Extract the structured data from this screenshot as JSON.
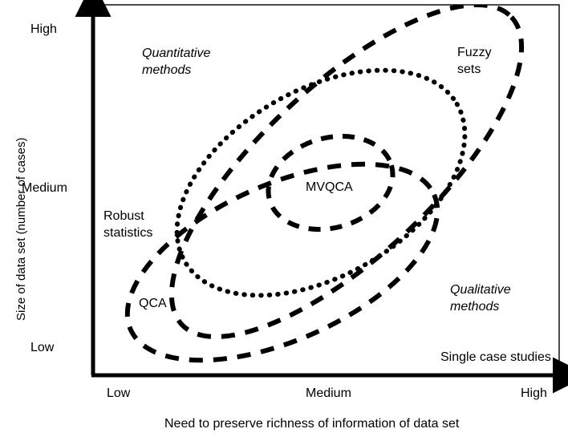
{
  "figure": {
    "type": "scatter-concept-diagram",
    "background_color": "#ffffff",
    "line_color": "#000000"
  },
  "axes": {
    "x": {
      "title": "Need to preserve richness of information of data set",
      "ticks": [
        "Low",
        "Medium",
        "High"
      ],
      "arrow": true
    },
    "y": {
      "title": "Size of data set (number of cases)",
      "ticks": [
        "High",
        "Medium",
        "Low"
      ],
      "arrow": true
    }
  },
  "region_labels": {
    "quantitative": "Quantitative\nmethods",
    "quantitative_line1": "Quantitative",
    "quantitative_line2": "methods",
    "qualitative_line1": "Qualitative",
    "qualitative_line2": "methods",
    "fuzzy_line1": "Fuzzy",
    "fuzzy_line2": "sets",
    "robust_line1": "Robust",
    "robust_line2": "statistics",
    "mvqca": "MVQCA",
    "qca": "QCA",
    "single_case": "Single case studies"
  },
  "chart_data": {
    "type": "scatter",
    "title": "",
    "xlabel": "Need to preserve richness of information of data set",
    "ylabel": "Size of data set (number of cases)",
    "xticks": [
      "Low",
      "Medium",
      "High"
    ],
    "yticks": [
      "Low",
      "Medium",
      "High"
    ],
    "grid": false,
    "legend": "none",
    "sets": [
      {
        "name": "QCA",
        "style": "dashed",
        "label": "QCA",
        "cx": 352,
        "cy": 325,
        "rx": 200,
        "ry": 95,
        "rotation": -25
      },
      {
        "name": "Fuzzy sets",
        "style": "dashed",
        "label": "Fuzzy sets",
        "cx": 432,
        "cy": 215,
        "rx": 275,
        "ry": 105,
        "rotation": -43
      },
      {
        "name": "Quantitative methods",
        "style": "dotted",
        "label": "Quantitative methods",
        "cx": 400,
        "cy": 228,
        "rx": 195,
        "ry": 115,
        "rotation": -30
      },
      {
        "name": "MVQCA",
        "style": "dashed",
        "label": "MVQCA",
        "cx": 412,
        "cy": 228,
        "rx": 78,
        "ry": 55,
        "rotation": -18
      }
    ]
  }
}
